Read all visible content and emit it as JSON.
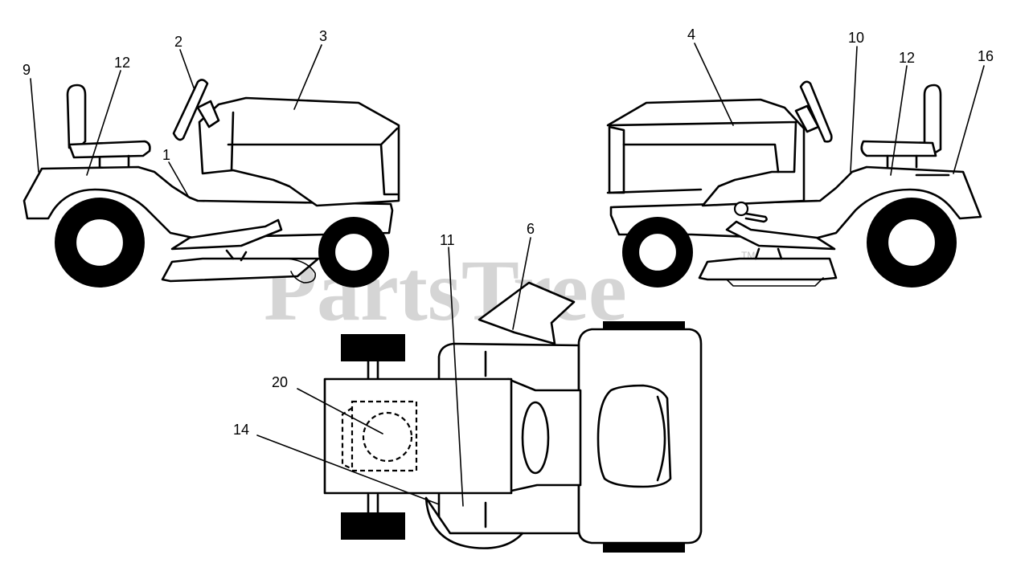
{
  "watermark": {
    "text": "PartsTree",
    "trademark": "TM"
  },
  "callouts": {
    "c1": "1",
    "c2": "2",
    "c3": "3",
    "c4": "4",
    "c6": "6",
    "c9": "9",
    "c10": "10",
    "c11": "11",
    "c12a": "12",
    "c12b": "12",
    "c14": "14",
    "c16": "16",
    "c20": "20"
  }
}
